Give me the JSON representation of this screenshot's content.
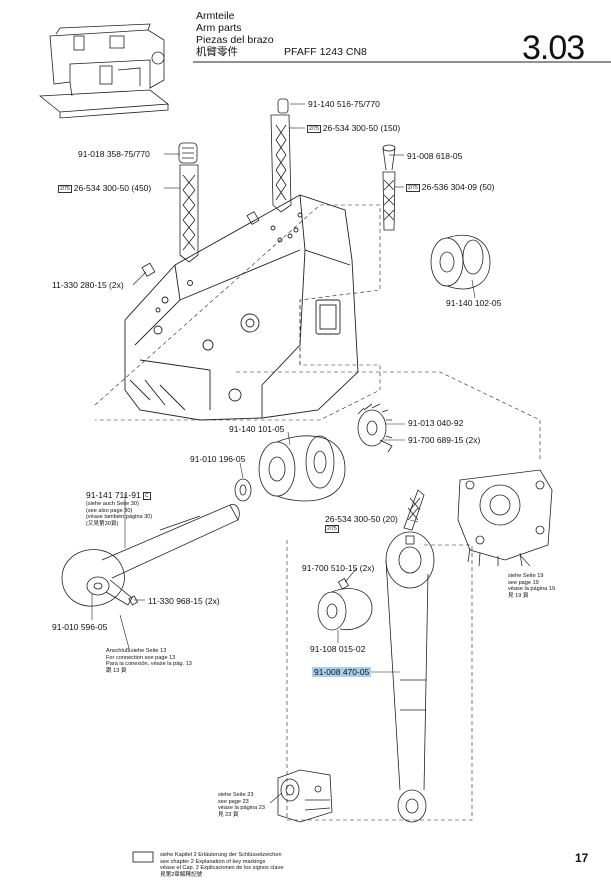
{
  "header": {
    "titles": [
      "Armteile",
      "Arm parts",
      "Piezas del brazo",
      "机臂零件"
    ],
    "model": "PFAFF 1243 CN8",
    "section": "3.03"
  },
  "box_marker": "2/75",
  "parts": {
    "p1": "91-140 516-75/770",
    "p2": "26-534 300-50 (150)",
    "p3": "91-018 358-75/770",
    "p4": "91-008 618-05",
    "p5": "26-534 300-50 (450)",
    "p6": "26-536 304-09 (50)",
    "p7": "11-330 280-15 (2x)",
    "p8": "91-140 102-05",
    "p9": "91-013 040-92",
    "p10": "91-140 101-05",
    "p11": "91-700 689-15 (2x)",
    "p12": "91-010 196-05",
    "p13": "91-141 711-91",
    "p14": "26-534 300-50 (20)",
    "p15": "91-700 510-15 (2x)",
    "p16": "11-330 968-15 (2x)",
    "p17": "91-010 596-05",
    "p18": "91-108 015-02",
    "p19": "91-008 470-05"
  },
  "notes": {
    "see30": [
      "(siehe auch Seite 30)",
      "(see also page 30)",
      "(véase también página 30)",
      "(又見第30頁)"
    ],
    "conn13": [
      "Anschluß siehe Seite 13",
      "For connection see page 13",
      "Para la conexión, véase la pág. 13",
      "跟 13 頁"
    ],
    "see19": [
      "siehe Seite 19",
      "see page 19",
      "véase la página 19",
      "見 19 頁"
    ],
    "see23": [
      "siehe Seite 23",
      "see page 23",
      "véase la página 23",
      "見 23 頁"
    ]
  },
  "footer": {
    "lines": [
      "siehe Kapitel 2 Erläuterung der Schlüsselzeichen",
      "see chapter 2 Explanation of key markings",
      "véase el Cap. 2 Explicaciones de los signos clave",
      "見第2章解釋記號"
    ],
    "page": "17"
  }
}
